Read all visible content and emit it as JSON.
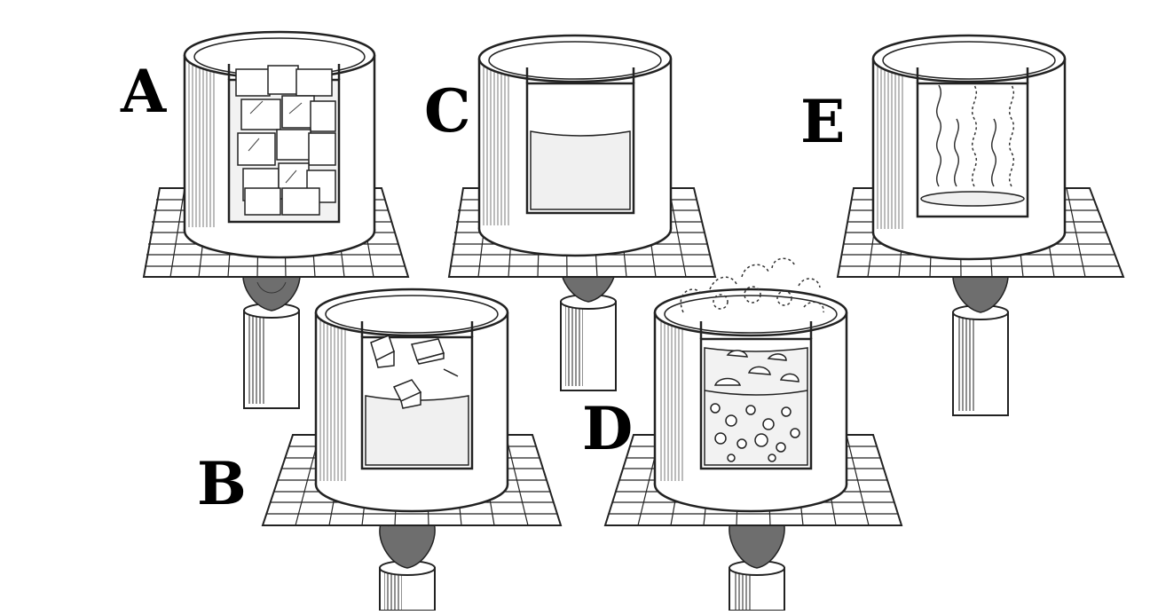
{
  "figure": {
    "stages": [
      {
        "id": "A",
        "label": "A",
        "state": "ice-cubes"
      },
      {
        "id": "B",
        "label": "B",
        "state": "melting-ice-in-water"
      },
      {
        "id": "C",
        "label": "C",
        "state": "liquid-water"
      },
      {
        "id": "D",
        "label": "D",
        "state": "boiling-water"
      },
      {
        "id": "E",
        "label": "E",
        "state": "evaporated-vapor"
      }
    ],
    "colors": {
      "line": "#1a1a1a",
      "pot": "#ffffff",
      "interior": "#f2f2f2",
      "flame": "#6e6e6e"
    },
    "icons": [
      "pot-icon",
      "grid-stand-icon",
      "flame-icon",
      "burner-icon"
    ]
  }
}
